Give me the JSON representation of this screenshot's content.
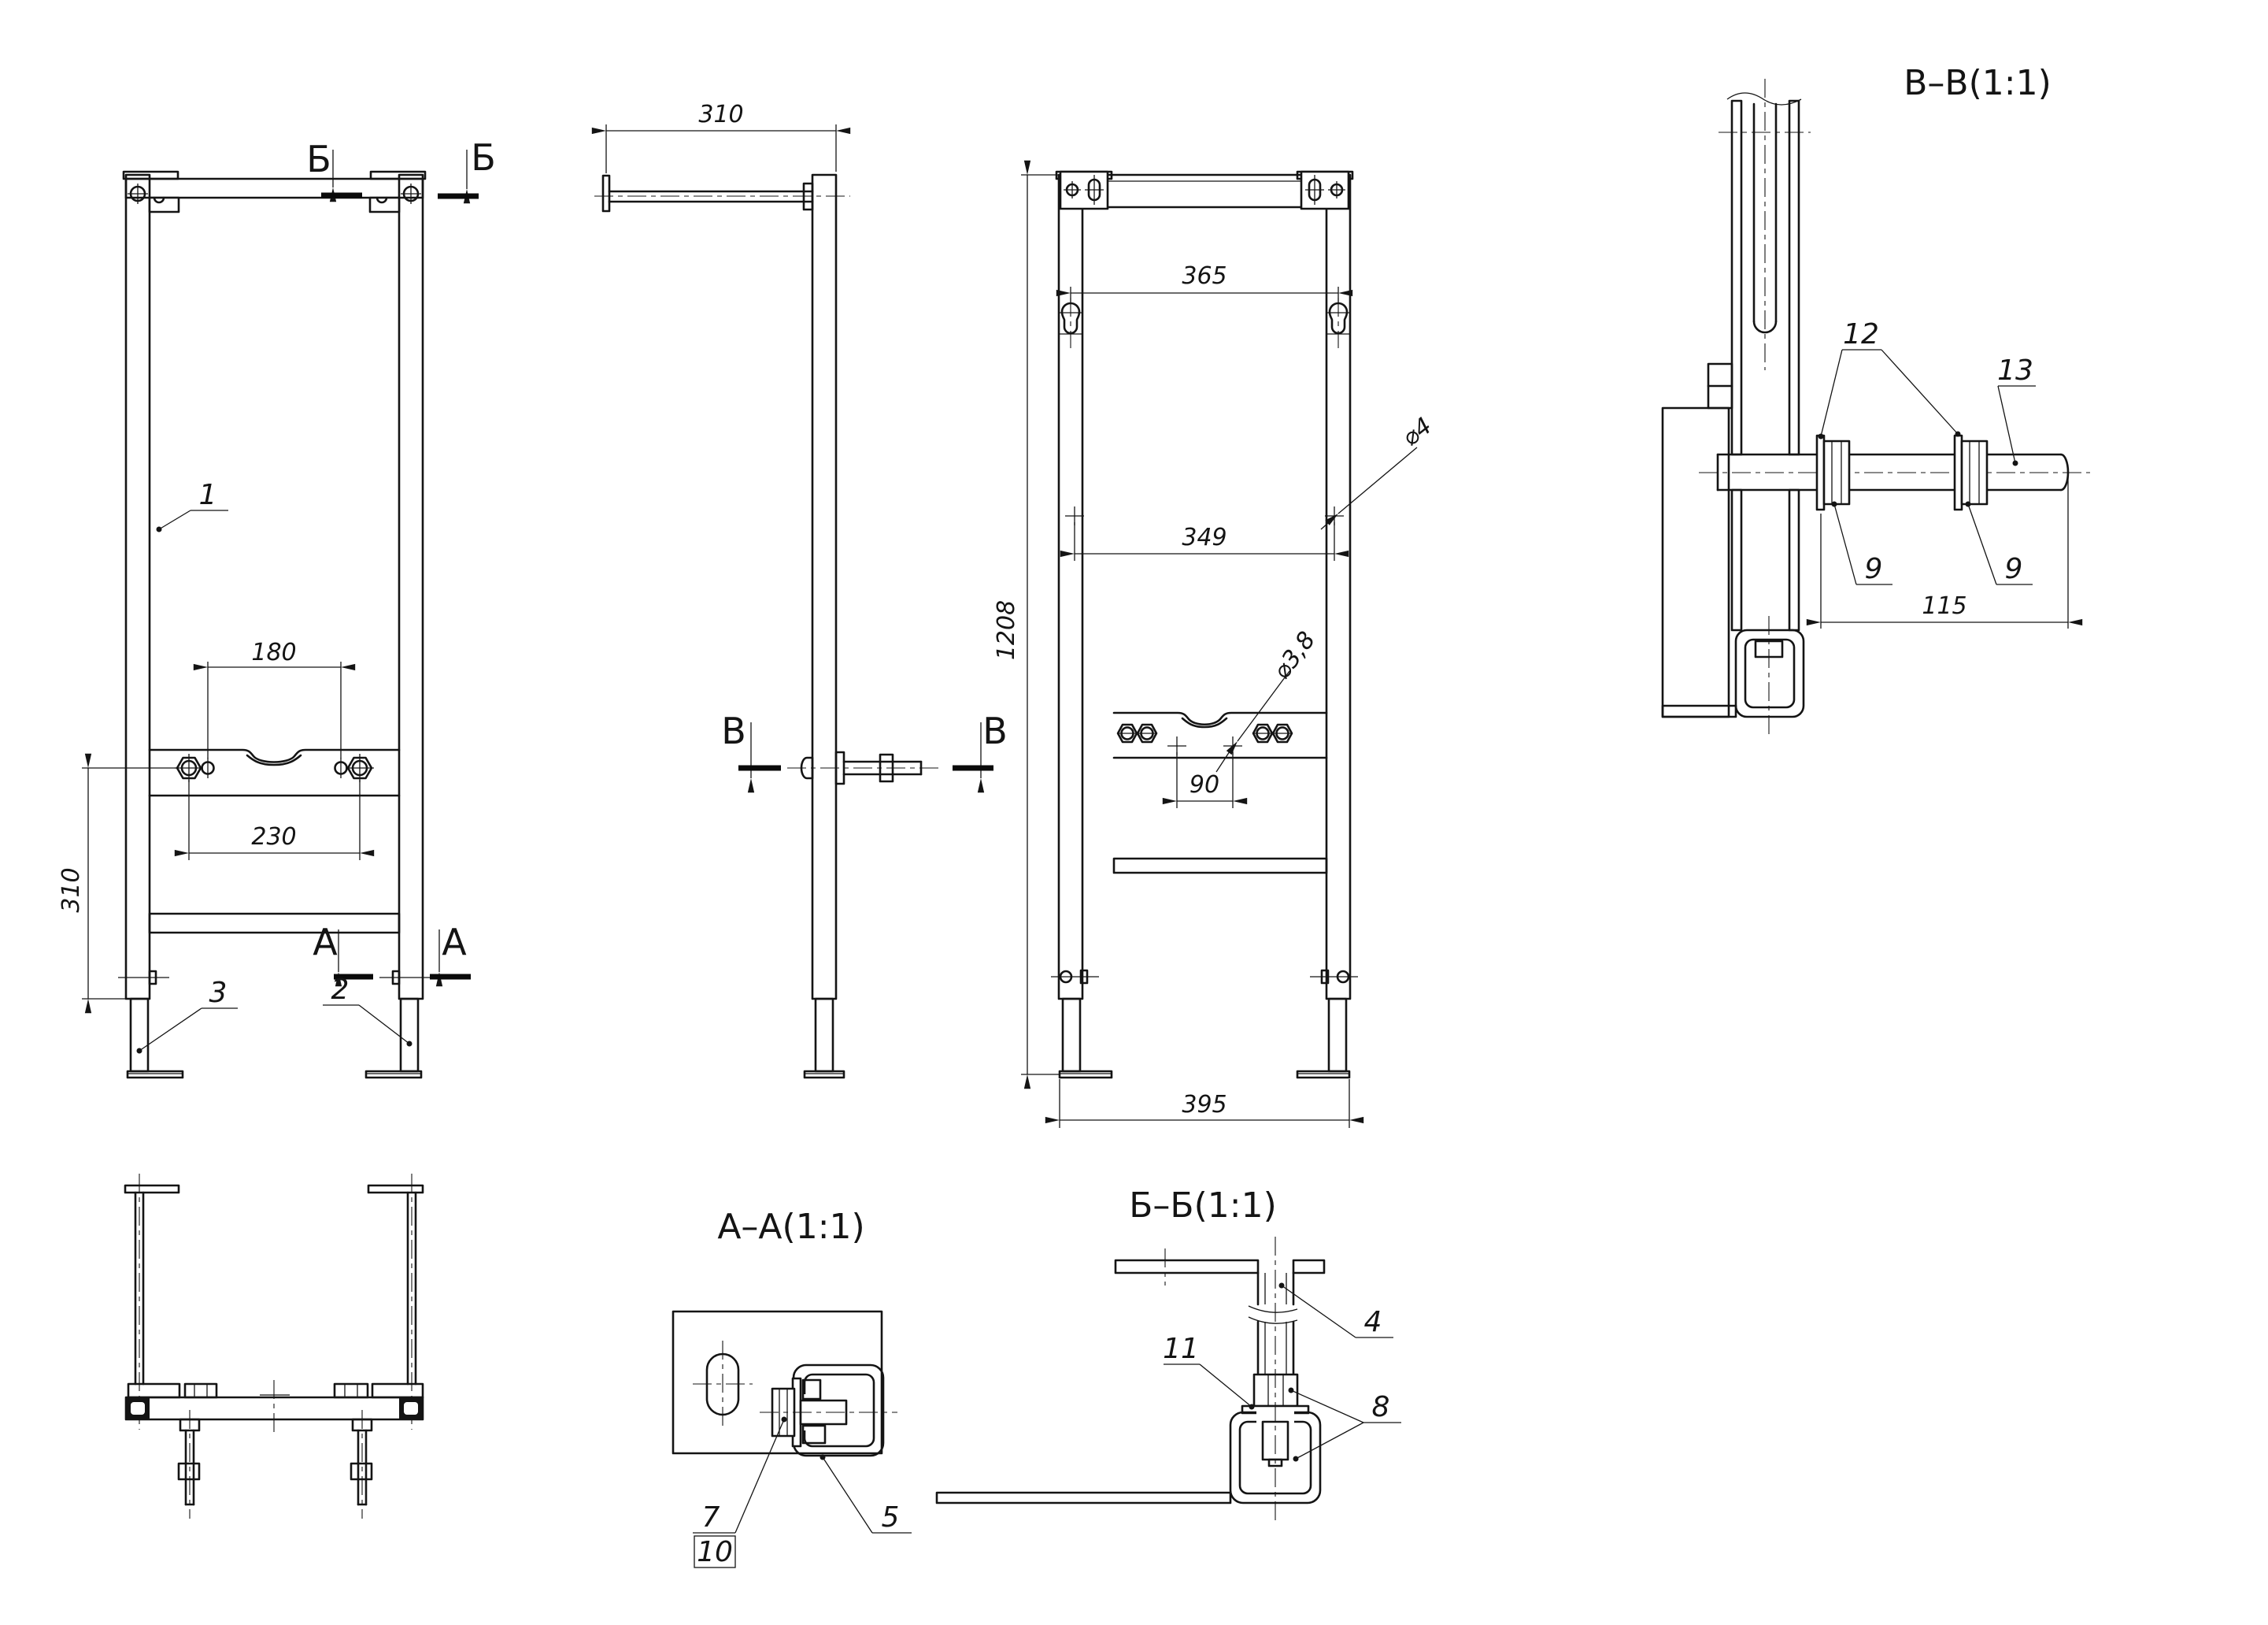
{
  "colors": {
    "line": "#141414",
    "background": "#ffffff"
  },
  "views": {
    "front": {
      "marker_top": "Б",
      "marker_bottom": "А",
      "dim_holes": "180",
      "dim_bolts": "230",
      "dim_height": "310",
      "label_frame": "1",
      "label_leg_right": "2",
      "label_leg_left": "3"
    },
    "side": {
      "dim_depth": "310",
      "marker": "В"
    },
    "rear": {
      "dim_keyholes": "365",
      "dim_holes": "349",
      "dim_height": "1208",
      "dim_studs": "90",
      "dim_feet": "395",
      "dia_top": "⌀4",
      "dia_mid": "⌀3,8"
    }
  },
  "sections": {
    "vv": {
      "title": "В–В(1:1)",
      "label_washer": "12",
      "label_rod": "13",
      "label_nut_a": "9",
      "label_nut_b": "9",
      "dim_length": "115"
    },
    "aa": {
      "title": "А–А(1:1)",
      "label_bolt": "7",
      "label_ref": "10",
      "label_tube": "5"
    },
    "bb": {
      "title": "Б–Б(1:1)",
      "label_leg": "4",
      "label_washer": "11",
      "label_nuts": "8"
    }
  }
}
